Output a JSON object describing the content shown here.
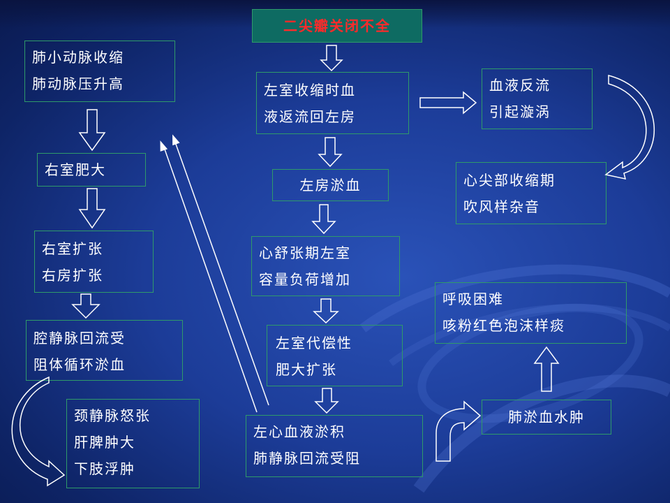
{
  "diagram": {
    "root": "二尖瓣关闭不全",
    "center": {
      "regurgitation": [
        "左室收缩时血",
        "液返流回左房"
      ],
      "la_congestion": "左房淤血",
      "lv_load": [
        "心舒张期左室",
        "容量负荷增加"
      ],
      "lv_hypertrophy": [
        "左室代偿性",
        "肥大扩张"
      ],
      "lung_congestion": [
        "左心血液淤积",
        "肺静脉回流受阻"
      ]
    },
    "right": {
      "backflow": [
        "血液反流",
        "引起漩涡"
      ],
      "murmur": [
        "心尖部收缩期",
        "吹风样杂音"
      ],
      "dyspnea": [
        "呼吸困难",
        "咳粉红色泡沫样痰"
      ],
      "edema": "肺淤血水肿"
    },
    "left": {
      "pulm_artery": [
        "肺小动脉收缩",
        "肺动脉压升高"
      ],
      "rv_hypertrophy": "右室肥大",
      "dilation": [
        "右室扩张",
        "右房扩张"
      ],
      "venous_return": [
        "腔静脉回流受",
        "阻体循环淤血"
      ],
      "signs": [
        "颈静脉怒张",
        "肝脾肿大",
        "下肢浮肿"
      ]
    }
  },
  "colors": {
    "box_border": "#2f9a6a",
    "root_fill": "#0e6b62",
    "root_text": "#ff2a2a",
    "text": "#ffffff"
  }
}
